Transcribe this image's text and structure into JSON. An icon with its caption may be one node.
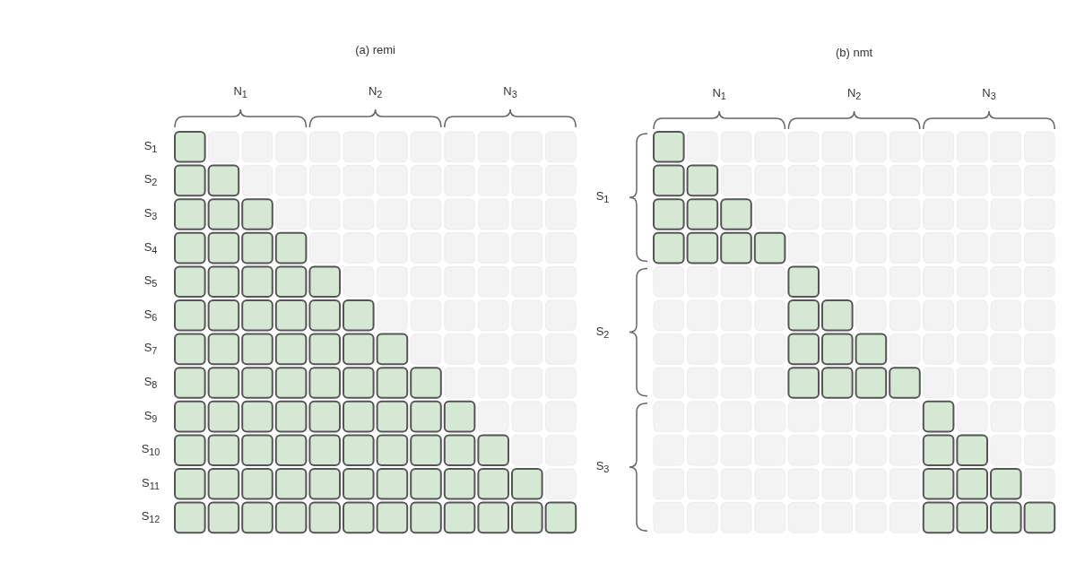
{
  "diagram": {
    "labels": [
      "(a) remi",
      "N$_{1}$",
      "N$_{2}$",
      "N$_{3}$",
      "S$_{1}$",
      "S$_{2}$",
      "S$_{3}$",
      "S$_{4}$",
      "S$_{5}$",
      "S$_{6}$",
      "S$_{7}$",
      "S$_{8}$",
      "S$_{9}$",
      "S$_{10}$",
      "S$_{11}$",
      "S$_{12}$",
      "(b) nmt",
      "N$_{1}$",
      "N$_{2}$",
      "N$_{3}$",
      "S$_{1}$",
      "S$_{2}$",
      "S$_{3}$"
    ]
  }
}
